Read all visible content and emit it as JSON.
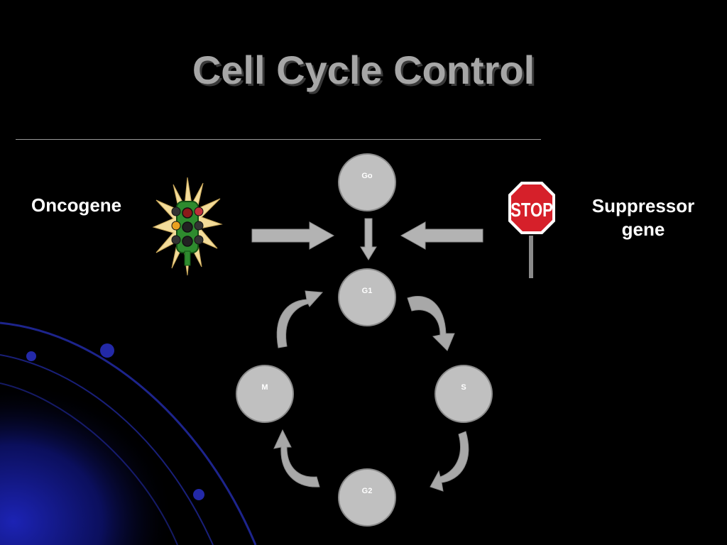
{
  "slide": {
    "title": "Cell Cycle Control",
    "oncogene_label": "Oncogene",
    "suppressor_label_line1": "Suppressor",
    "suppressor_label_line2": "gene",
    "stop_sign_text": "STOP"
  },
  "phases": {
    "go": "Go",
    "g1": "G1",
    "s": "S",
    "g2": "G2",
    "m": "M"
  },
  "colors": {
    "background": "#000000",
    "title": "#a6a6a6",
    "phase_fill": "#c0c0c0",
    "arrow_fill": "#b3b3b3",
    "stop_red": "#d6202a",
    "accent_blue": "#1a22a8",
    "traffic_green": "#2e8b2e",
    "burst_yellow": "#f3dc9a"
  },
  "icons": {
    "oncogene": "traffic-light-icon",
    "suppressor": "stop-sign-icon"
  }
}
